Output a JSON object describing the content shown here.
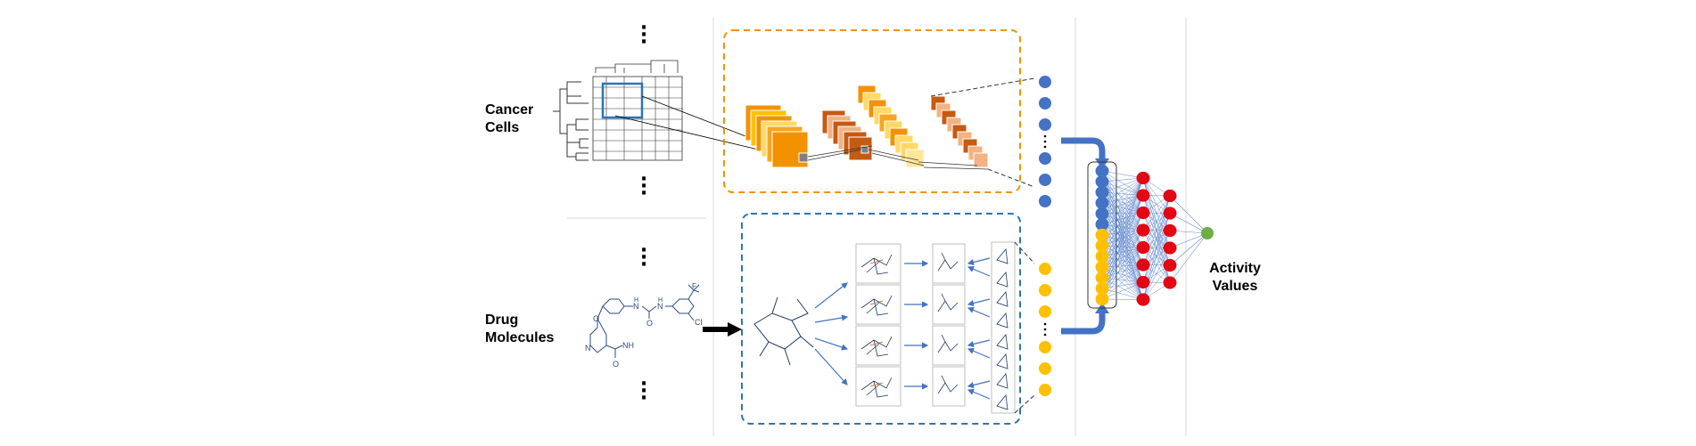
{
  "labels": {
    "cancer_cells": "Cancer\nCells",
    "drug_molecules": "Drug\nMolecules",
    "activity_values": "Activity\nValues"
  },
  "molecule_text": {
    "n_top": "N",
    "o_mid": "O",
    "n_right": "N",
    "h_left": "H",
    "h_right": "H",
    "cl": "Cl",
    "f_label": "F",
    "o_ether": "O",
    "nh_amide": "NH",
    "o_amide": "O",
    "n_ring": "N"
  },
  "colors": {
    "cnn_box_border": "#f39200",
    "gcn_box_border": "#2e74b5",
    "blue_node": "#4472c4",
    "yellow_node": "#ffc000",
    "red_node": "#e30613",
    "green_node": "#70ad47",
    "arrow_blue": "#4472c4",
    "orange_dark": "#f39200",
    "orange_mid": "#f5a623",
    "orange_light": "#ffd966",
    "brown_dark": "#c55a11",
    "brown_light": "#f4b183",
    "highlight_box": "#2e74b5"
  },
  "icons": {
    "ellipsis": "vertical-dots",
    "arrow": "right-arrow"
  }
}
